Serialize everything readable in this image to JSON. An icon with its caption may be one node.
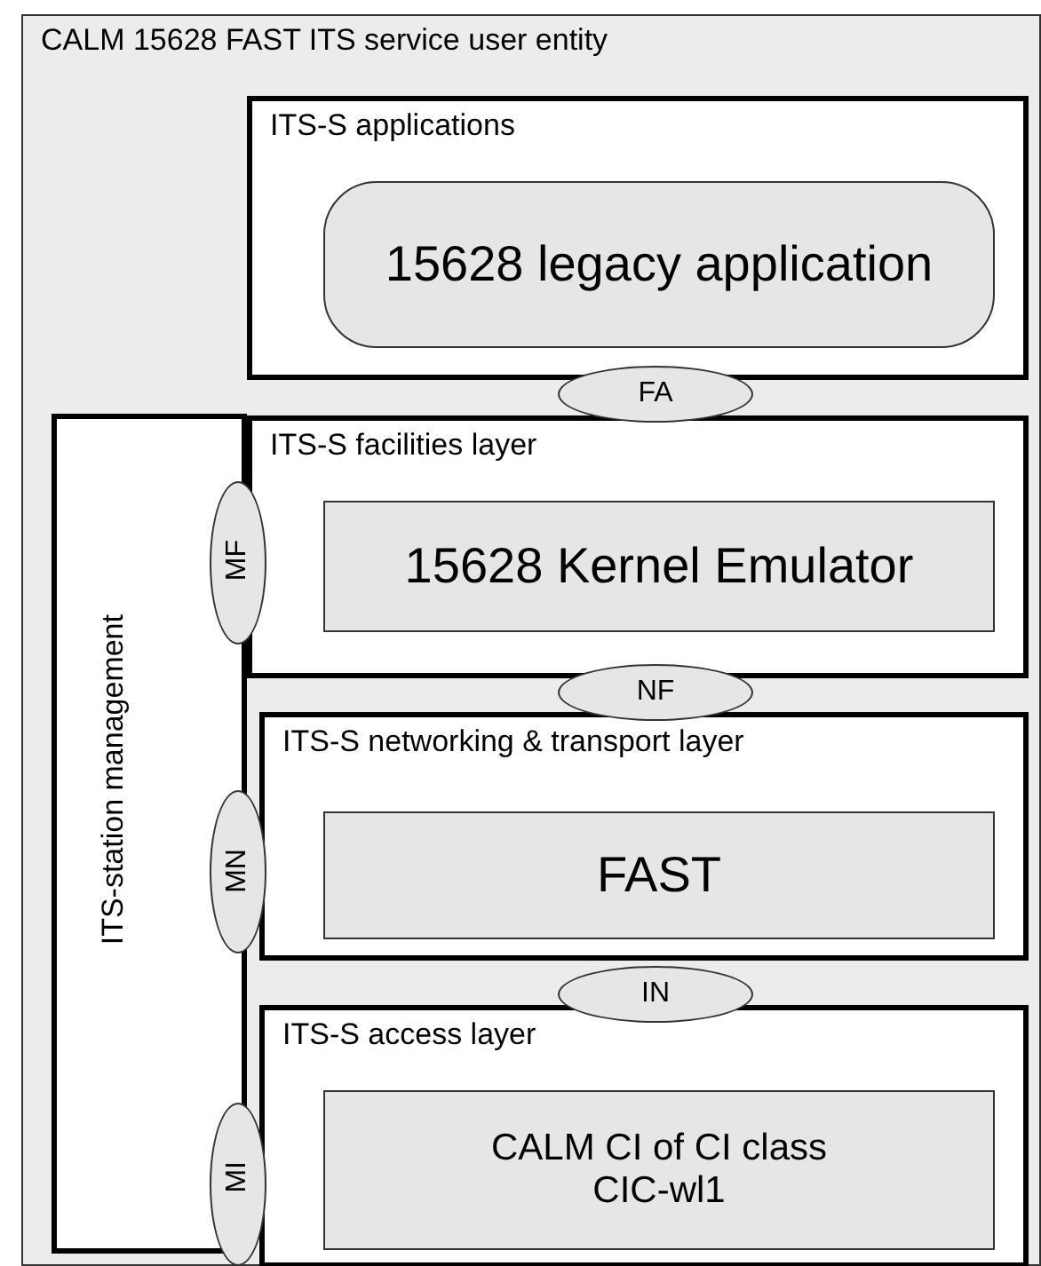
{
  "diagram": {
    "nodes": [
      {
        "text": [
          "CALM 15628 FAST ITS service user entity"
        ]
      },
      {
        "text": [
          "ITS-S applications"
        ],
        "in": 0
      },
      {
        "text": [
          "15628 legacy application"
        ],
        "in": 1
      },
      {
        "text": [
          "FA"
        ],
        "in": 0
      },
      {
        "text": [
          "ITS-station management"
        ],
        "in": 0
      },
      {
        "text": [
          "MF"
        ],
        "in": 0
      },
      {
        "text": [
          "ITS-S facilities layer"
        ],
        "in": 0
      },
      {
        "text": [
          "15628 Kernel Emulator"
        ],
        "in": 6
      },
      {
        "text": [
          "NF"
        ],
        "in": 0
      },
      {
        "text": [
          "MN"
        ],
        "in": 0
      },
      {
        "text": [
          "ITS-S networking & transport layer"
        ],
        "in": 0
      },
      {
        "text": [
          "FAST"
        ],
        "in": 10
      },
      {
        "text": [
          "IN"
        ],
        "in": 0
      },
      {
        "text": [
          "MI"
        ],
        "in": 0
      },
      {
        "text": [
          "ITS-S access layer"
        ],
        "in": 0
      },
      {
        "text": [
          "CALM CI of CI class CIC-wl1"
        ],
        "in": 14
      }
    ]
  }
}
